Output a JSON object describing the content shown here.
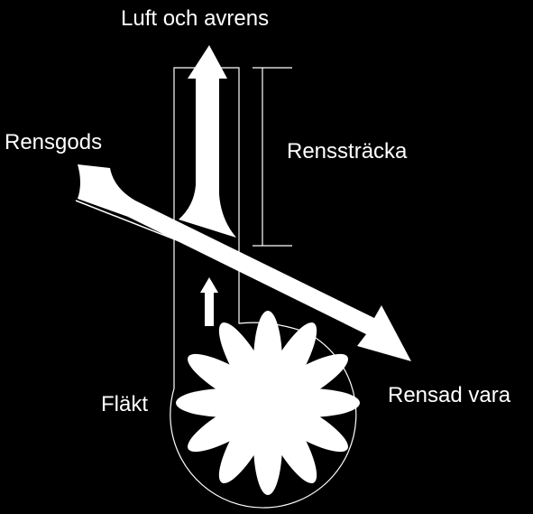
{
  "labels": {
    "top_outlet": "Luft och avrens",
    "input": "Rensgods",
    "cleaning_section": "Renssträcka",
    "fan": "Fläkt",
    "output": "Rensad vara"
  },
  "colors": {
    "background": "#000000",
    "foreground": "#ffffff"
  }
}
